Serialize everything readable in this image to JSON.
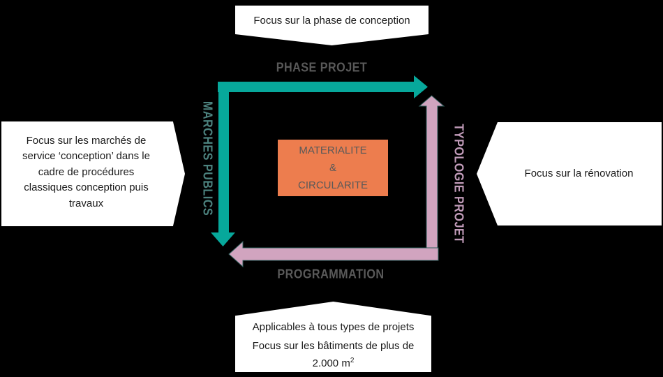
{
  "colors": {
    "background": "#000000",
    "callout_bg": "#FFFFFF",
    "teal_arrow": "#07A89B",
    "pink_arrow": "#D1A4BF",
    "pink_arrow_outline": "#2F5F5C",
    "center_box_orange": "#ED7D4E",
    "gray_label": "#595959",
    "teal_label": "#4C827E",
    "pink_label": "#C29CBA"
  },
  "callouts": {
    "top": {
      "text": "Focus sur la phase de conception"
    },
    "left": {
      "text": "Focus sur les marchés de\nservice ‘conception’ dans le\ncadre de procédures\nclassiques conception puis\ntravaux"
    },
    "right": {
      "text": "Focus sur la rénovation"
    },
    "bottom": {
      "line1": "Applicables à tous types de projets",
      "line2": "Focus sur les bâtiments de plus de",
      "area_value": "2.000 m",
      "area_sup": "2"
    }
  },
  "axes": {
    "phase_projet": "PHASE PROJET",
    "marches_publics": "MARCHES PUBLICS",
    "typologie_projet": "TYPOLOGIE PROJET",
    "programmation": "PROGRAMMATION"
  },
  "center_box": {
    "line1": "MATERIALITE",
    "line2": "&",
    "line3": "CIRCULARITE"
  }
}
